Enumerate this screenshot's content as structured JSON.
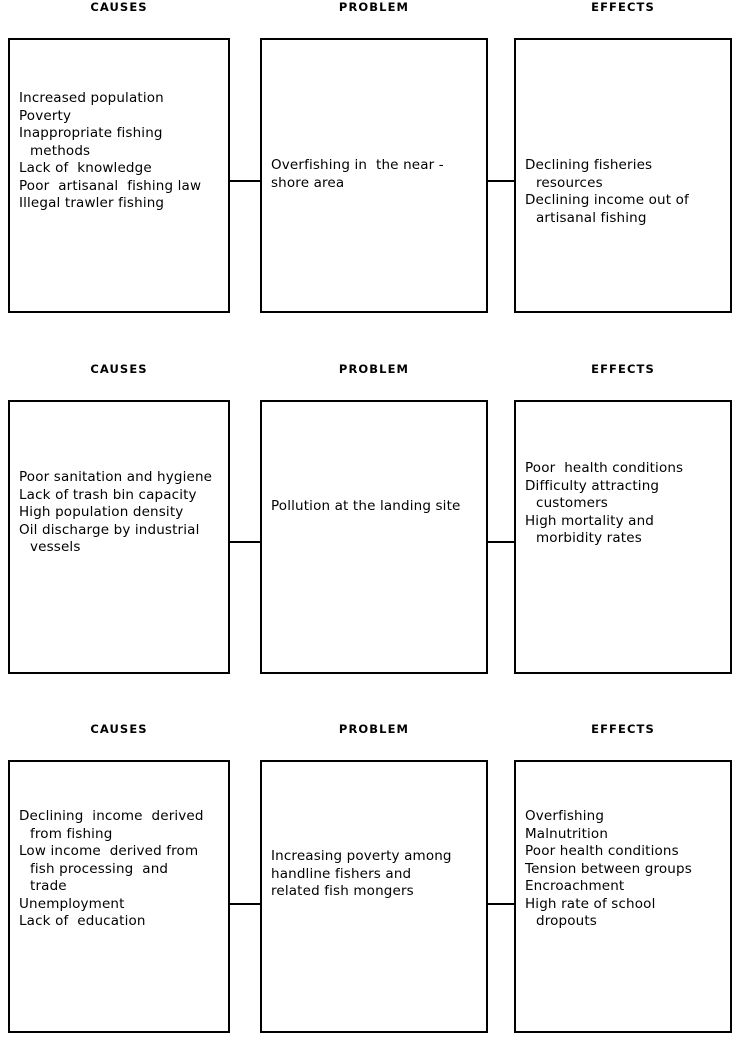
{
  "columns": {
    "causes_label": "CAUSES",
    "problem_label": "PROBLEM",
    "effects_label": "EFFECTS"
  },
  "colors": {
    "background": "#ffffff",
    "stroke": "#000000",
    "text": "#000000"
  },
  "sections": [
    {
      "id": "overfishing",
      "headers": {
        "causes": "CAUSES",
        "problem": "PROBLEM",
        "effects": "EFFECTS"
      },
      "causes": [
        "Increased population",
        "Poverty",
        "Inappropriate fishing",
        "methods",
        "Lack of  knowledge",
        "Poor  artisanal  fishing law",
        "Illegal trawler fishing"
      ],
      "causes_indent": [
        false,
        false,
        false,
        true,
        false,
        false,
        false
      ],
      "problem": [
        "Overfishing in  the near -",
        "shore area"
      ],
      "problem_indent": [
        false,
        false
      ],
      "effects": [
        "Declining fisheries",
        "resources",
        "Declining income out of",
        "artisanal fishing"
      ],
      "effects_indent": [
        false,
        true,
        false,
        true
      ]
    },
    {
      "id": "pollution",
      "headers": {
        "causes": "CAUSES",
        "problem": "PROBLEM",
        "effects": "EFFECTS"
      },
      "causes": [
        "Poor sanitation and hygiene",
        "Lack of trash bin capacity",
        "High population density",
        "Oil discharge by industrial",
        "vessels"
      ],
      "causes_indent": [
        false,
        false,
        false,
        false,
        true
      ],
      "problem": [
        "Pollution at the landing site"
      ],
      "problem_indent": [
        false
      ],
      "effects": [
        "Poor  health conditions",
        "Difficulty attracting",
        "customers",
        "High mortality and",
        "morbidity rates"
      ],
      "effects_indent": [
        false,
        false,
        true,
        false,
        true
      ]
    },
    {
      "id": "poverty",
      "headers": {
        "causes": "CAUSES",
        "problem": "PROBLEM",
        "effects": "EFFECTS"
      },
      "causes": [
        "Declining  income  derived",
        "from fishing",
        "Low income  derived from",
        "fish processing  and",
        "trade",
        "Unemployment",
        "Lack of  education"
      ],
      "causes_indent": [
        false,
        true,
        false,
        true,
        true,
        false,
        false
      ],
      "problem": [
        "Increasing poverty among",
        "handline fishers and",
        "related fish mongers"
      ],
      "problem_indent": [
        false,
        false,
        false
      ],
      "effects": [
        "Overfishing",
        "Malnutrition",
        "Poor health conditions",
        "Tension between groups",
        "Encroachment",
        "High rate of school",
        "dropouts"
      ],
      "effects_indent": [
        false,
        false,
        false,
        false,
        false,
        false,
        true
      ]
    }
  ]
}
